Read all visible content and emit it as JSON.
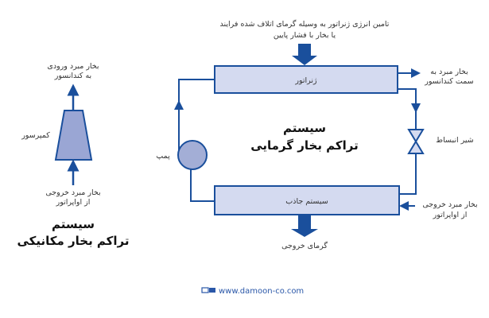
{
  "colors": {
    "line": "#1a4f9c",
    "fill": "#d4daf0",
    "compressor_fill": "#9aa6d4",
    "pump_fill": "#a3aed6"
  },
  "mechanical": {
    "top_label_1": "بخار مبرد ورودی",
    "top_label_2": "به کندانسور",
    "compressor_label": "کمپرسور",
    "bottom_label_1": "بخار مبرد خروجی",
    "bottom_label_2": "از اواپراتور",
    "title_1": "سیستم",
    "title_2": "تراکم بخار مکانیکی"
  },
  "thermal": {
    "energy_label_1": "تامین انرژی ژنراتور به وسیله گرمای اتلاف شده فرایند",
    "energy_label_2": "یا بخار با فشار پایین",
    "generator_label": "ژنراتور",
    "to_condenser_1": "بخار مبرد به",
    "to_condenser_2": "سمت کندانسور",
    "valve_label": "شیر انبساط",
    "pump_label": "پمپ",
    "title_1": "سیستم",
    "title_2": "تراکم بخار گرمایی",
    "absorber_label": "سیستم جاذب",
    "from_evap_1": "بخار مبرد خروجی",
    "from_evap_2": "از اواپراتور",
    "heat_out_label": "گرمای خروجی"
  },
  "footer": {
    "url": "www.damoon-co.com",
    "logo": "da"
  }
}
